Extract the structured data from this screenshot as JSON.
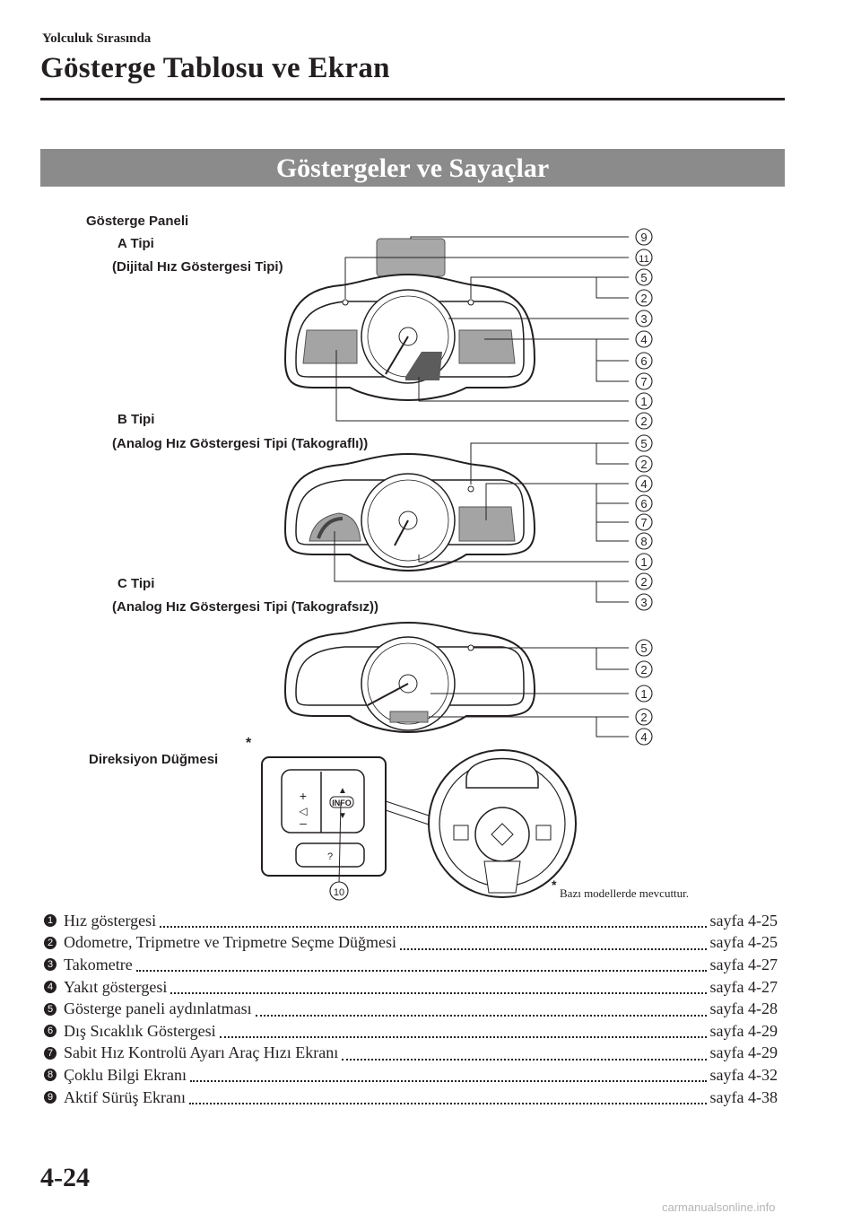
{
  "header": {
    "section": "Yolculuk Sırasında",
    "title": "Gösterge Tablosu ve Ekran"
  },
  "banner": "Göstergeler ve Sayaçlar",
  "figure": {
    "panel_label": "Gösterge Paneli",
    "type_a": "A Tipi",
    "type_a_sub": "(Dijital Hız Göstergesi Tipi)",
    "type_b": "B Tipi",
    "type_b_sub": "(Analog Hız Göstergesi Tipi (Takograflı))",
    "type_c": "C Tipi",
    "type_c_sub": "(Analog Hız Göstergesi Tipi (Takografsız))",
    "steering_label": "Direksiyon Düğmesi",
    "asterisk": "*",
    "footnote": "Bazı modellerde mevcuttur.",
    "info_button": "INFO",
    "callouts_a": [
      "9",
      "11",
      "5",
      "2",
      "3",
      "4",
      "6",
      "7",
      "1",
      "2"
    ],
    "callouts_b": [
      "5",
      "2",
      "4",
      "6",
      "7",
      "8",
      "1",
      "2",
      "3"
    ],
    "callouts_c": [
      "5",
      "2",
      "1",
      "2",
      "4"
    ],
    "callout_steering": "10"
  },
  "items": [
    {
      "num": "1",
      "text": "Hız göstergesi",
      "page": "sayfa 4-25"
    },
    {
      "num": "2",
      "text": "Odometre, Tripmetre ve Tripmetre Seçme Düğmesi",
      "page": "sayfa 4-25"
    },
    {
      "num": "3",
      "text": "Takometre",
      "page": "sayfa 4-27"
    },
    {
      "num": "4",
      "text": "Yakıt göstergesi",
      "page": "sayfa 4-27"
    },
    {
      "num": "5",
      "text": "Gösterge paneli aydınlatması",
      "page": "sayfa 4-28"
    },
    {
      "num": "6",
      "text": "Dış Sıcaklık Göstergesi",
      "page": "sayfa 4-29"
    },
    {
      "num": "7",
      "text": "Sabit Hız Kontrolü Ayarı Araç Hızı Ekranı",
      "page": "sayfa 4-29"
    },
    {
      "num": "8",
      "text": "Çoklu Bilgi Ekranı",
      "page": "sayfa 4-32"
    },
    {
      "num": "9",
      "text": "Aktif Sürüş Ekranı",
      "page": "sayfa 4-38"
    }
  ],
  "page_number": "4-24",
  "watermark": "carmanualsonline.info"
}
